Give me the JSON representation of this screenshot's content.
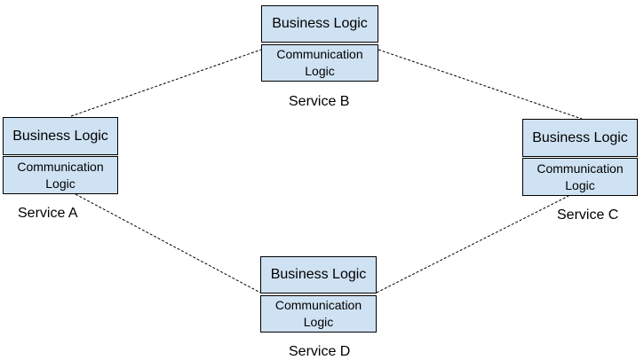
{
  "services": {
    "a": {
      "business": "Business Logic",
      "communication": "Communication\nLogic",
      "name": "Service A"
    },
    "b": {
      "business": "Business Logic",
      "communication": "Communication\nLogic",
      "name": "Service B"
    },
    "c": {
      "business": "Business Logic",
      "communication": "Communication\nLogic",
      "name": "Service C"
    },
    "d": {
      "business": "Business Logic",
      "communication": "Communication\nLogic",
      "name": "Service D"
    }
  },
  "colors": {
    "box_fill": "#cfe2f3",
    "box_border": "#000000",
    "connector": "#000000"
  }
}
